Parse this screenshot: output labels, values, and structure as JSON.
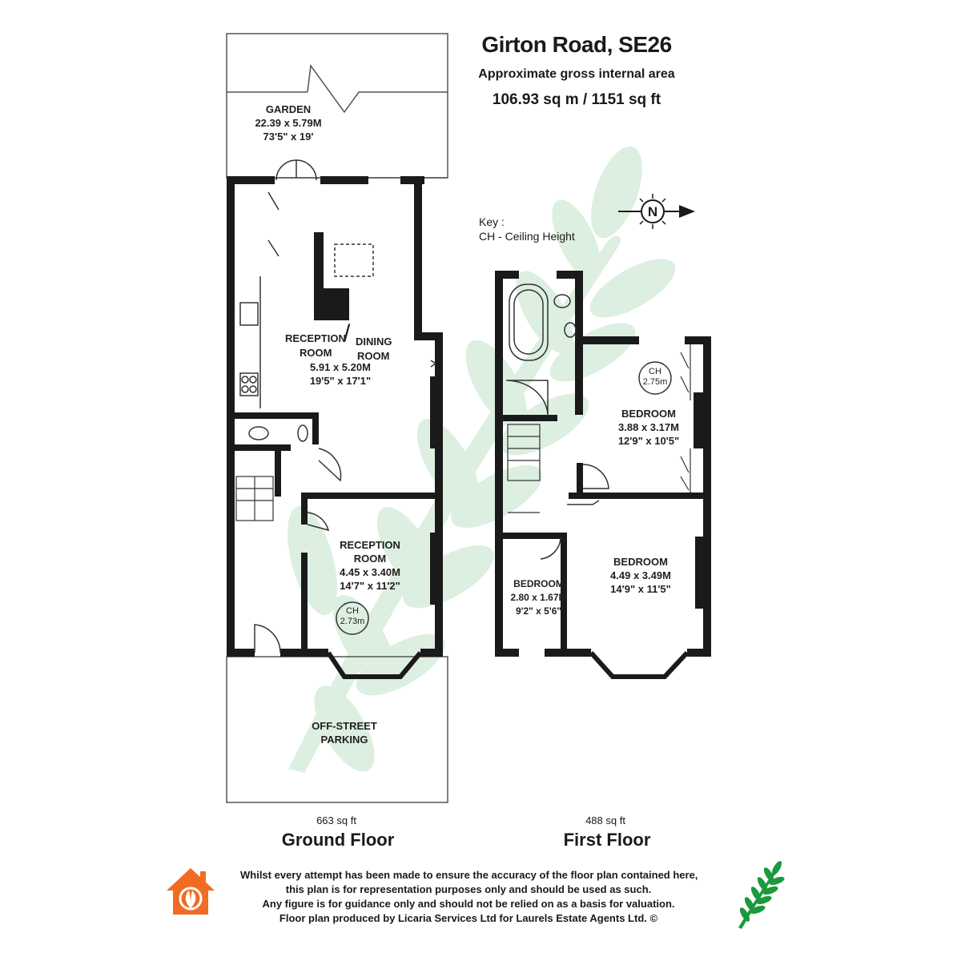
{
  "header": {
    "title": "Girton Road, SE26",
    "subtitle": "Approximate gross internal area",
    "total_area": "106.93 sq m /  1151 sq ft"
  },
  "key": {
    "title": "Key :",
    "ch": "CH - Ceiling Height"
  },
  "compass": {
    "label": "N"
  },
  "ground_floor": {
    "name": "Ground Floor",
    "area": "663 sq ft",
    "garden": {
      "name": "GARDEN",
      "metric": "22.39 x 5.79M",
      "imperial": "73'5\" x 19'"
    },
    "reception_dining": {
      "name_a": "RECEPTION",
      "name_b": "ROOM",
      "name_c": "DINING",
      "name_d": "ROOM",
      "metric": "5.91 x 5.20M",
      "imperial": "19'5\" x 17'1\""
    },
    "reception": {
      "name_a": "RECEPTION",
      "name_b": "ROOM",
      "metric": "4.45 x 3.40M",
      "imperial": "14'7\" x 11'2\"",
      "ch_label": "CH",
      "ch_value": "2.73m"
    },
    "parking": {
      "name_a": "OFF-STREET",
      "name_b": "PARKING"
    }
  },
  "first_floor": {
    "name": "First Floor",
    "area": "488 sq ft",
    "bedroom_rear": {
      "name": "BEDROOM",
      "metric": "3.88 x 3.17M",
      "imperial": "12'9\" x 10'5\"",
      "ch_label": "CH",
      "ch_value": "2.75m"
    },
    "bedroom_front": {
      "name": "BEDROOM",
      "metric": "4.49 x 3.49M",
      "imperial": "14'9\" x 11'5\""
    },
    "bedroom_small": {
      "name": "BEDROOM",
      "metric": "2.80 x 1.67M",
      "imperial": "9'2\" x 5'6\""
    }
  },
  "disclaimer": {
    "line1": "Whilst every attempt has been made to ensure the accuracy of the floor plan contained here,",
    "line2": "this plan is for representation purposes only and should be used as such.",
    "line3": "Any figure is for guidance only and should not be relied on as a basis for valuation.",
    "line4": "Floor plan produced by Licaria Services Ltd for Laurels Estate Agents Ltd. ©"
  },
  "colors": {
    "wall": "#1a1a1a",
    "watermark": "#d9efdf",
    "logo_orange": "#f26b22",
    "logo_green": "#1a9a3c"
  }
}
